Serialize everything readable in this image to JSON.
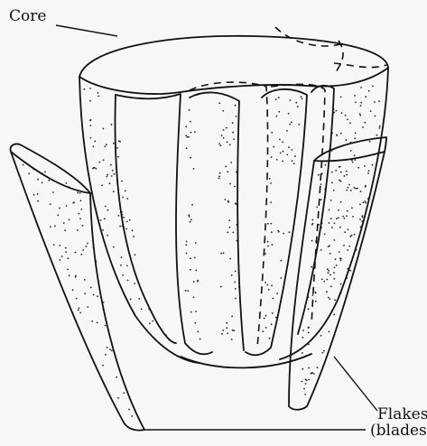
{
  "labels": {
    "core": "Core",
    "flakes": "Flakes",
    "blades": "(blades)"
  },
  "colors": {
    "ink": "#111111",
    "paper": "#f7f7f5",
    "stipple": "#222222"
  }
}
